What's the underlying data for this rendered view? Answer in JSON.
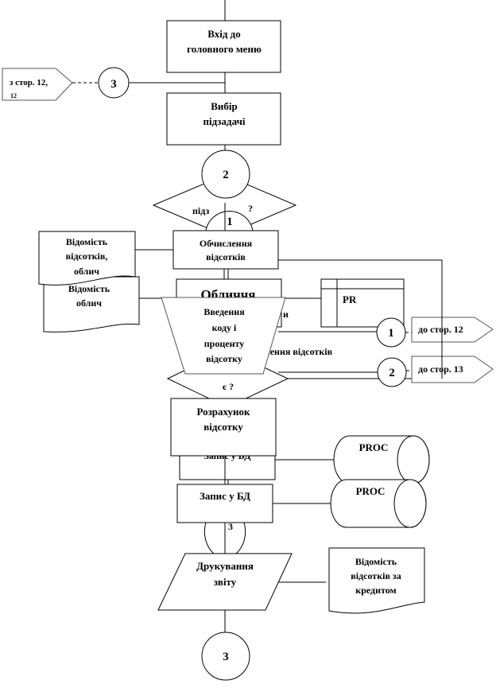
{
  "diagram": {
    "type": "flowchart",
    "nodes": {
      "main_menu": {
        "line1": "Вхід  до",
        "line2": "головного меню"
      },
      "select_subtask": {
        "line1": "Вибір",
        "line2": "підзадачі"
      },
      "offpage_in": {
        "label": "з стор. 12,",
        "sub": "12"
      },
      "connector_3_top": {
        "label": "3"
      },
      "connector_2_top": {
        "label": "2"
      },
      "connector_1_mid": {
        "label": "1"
      },
      "decision_subtask": {
        "left": "підз",
        "right": "?"
      },
      "calc_interest": {
        "line1": "Обчислення",
        "line2": "відсотків"
      },
      "doc_report_a": {
        "line1": "Відомість",
        "line2": "відсотків,",
        "line3": "облич"
      },
      "doc_report_b": {
        "line1": "Відомість",
        "line2": "облич"
      },
      "faces_box": {
        "label": "Обличчя",
        "partial": "и"
      },
      "input_trapezoid": {
        "line1": "Введення",
        "line2": "коду і",
        "line3": "проценту",
        "line4": "відсотку"
      },
      "partial_label": {
        "label": "лення відсотків"
      },
      "pr_storage": {
        "label": "PR"
      },
      "connector_1_right": {
        "label": "1"
      },
      "connector_2_right": {
        "label": "2"
      },
      "offpage_out_12": {
        "label": "до стор. 12"
      },
      "offpage_out_13": {
        "label": "до стор. 13"
      },
      "decision_exists": {
        "label": "є ?"
      },
      "calc_percent": {
        "line1": "Розрахунок",
        "line2": "відсотку"
      },
      "db_write_hidden": {
        "label": "Запис у БД"
      },
      "db_write": {
        "label": "Запис у БД"
      },
      "proc_db_1": {
        "label": "PROC"
      },
      "proc_db_2": {
        "label": "PROC"
      },
      "connector_3_mid": {
        "label": "3"
      },
      "print_report": {
        "line1": "Друкування",
        "line2": "звіту"
      },
      "doc_final": {
        "line1": "Відомість",
        "line2": "відсотків  за",
        "line3": "кредитом"
      },
      "connector_3_bottom": {
        "label": "3"
      }
    }
  }
}
